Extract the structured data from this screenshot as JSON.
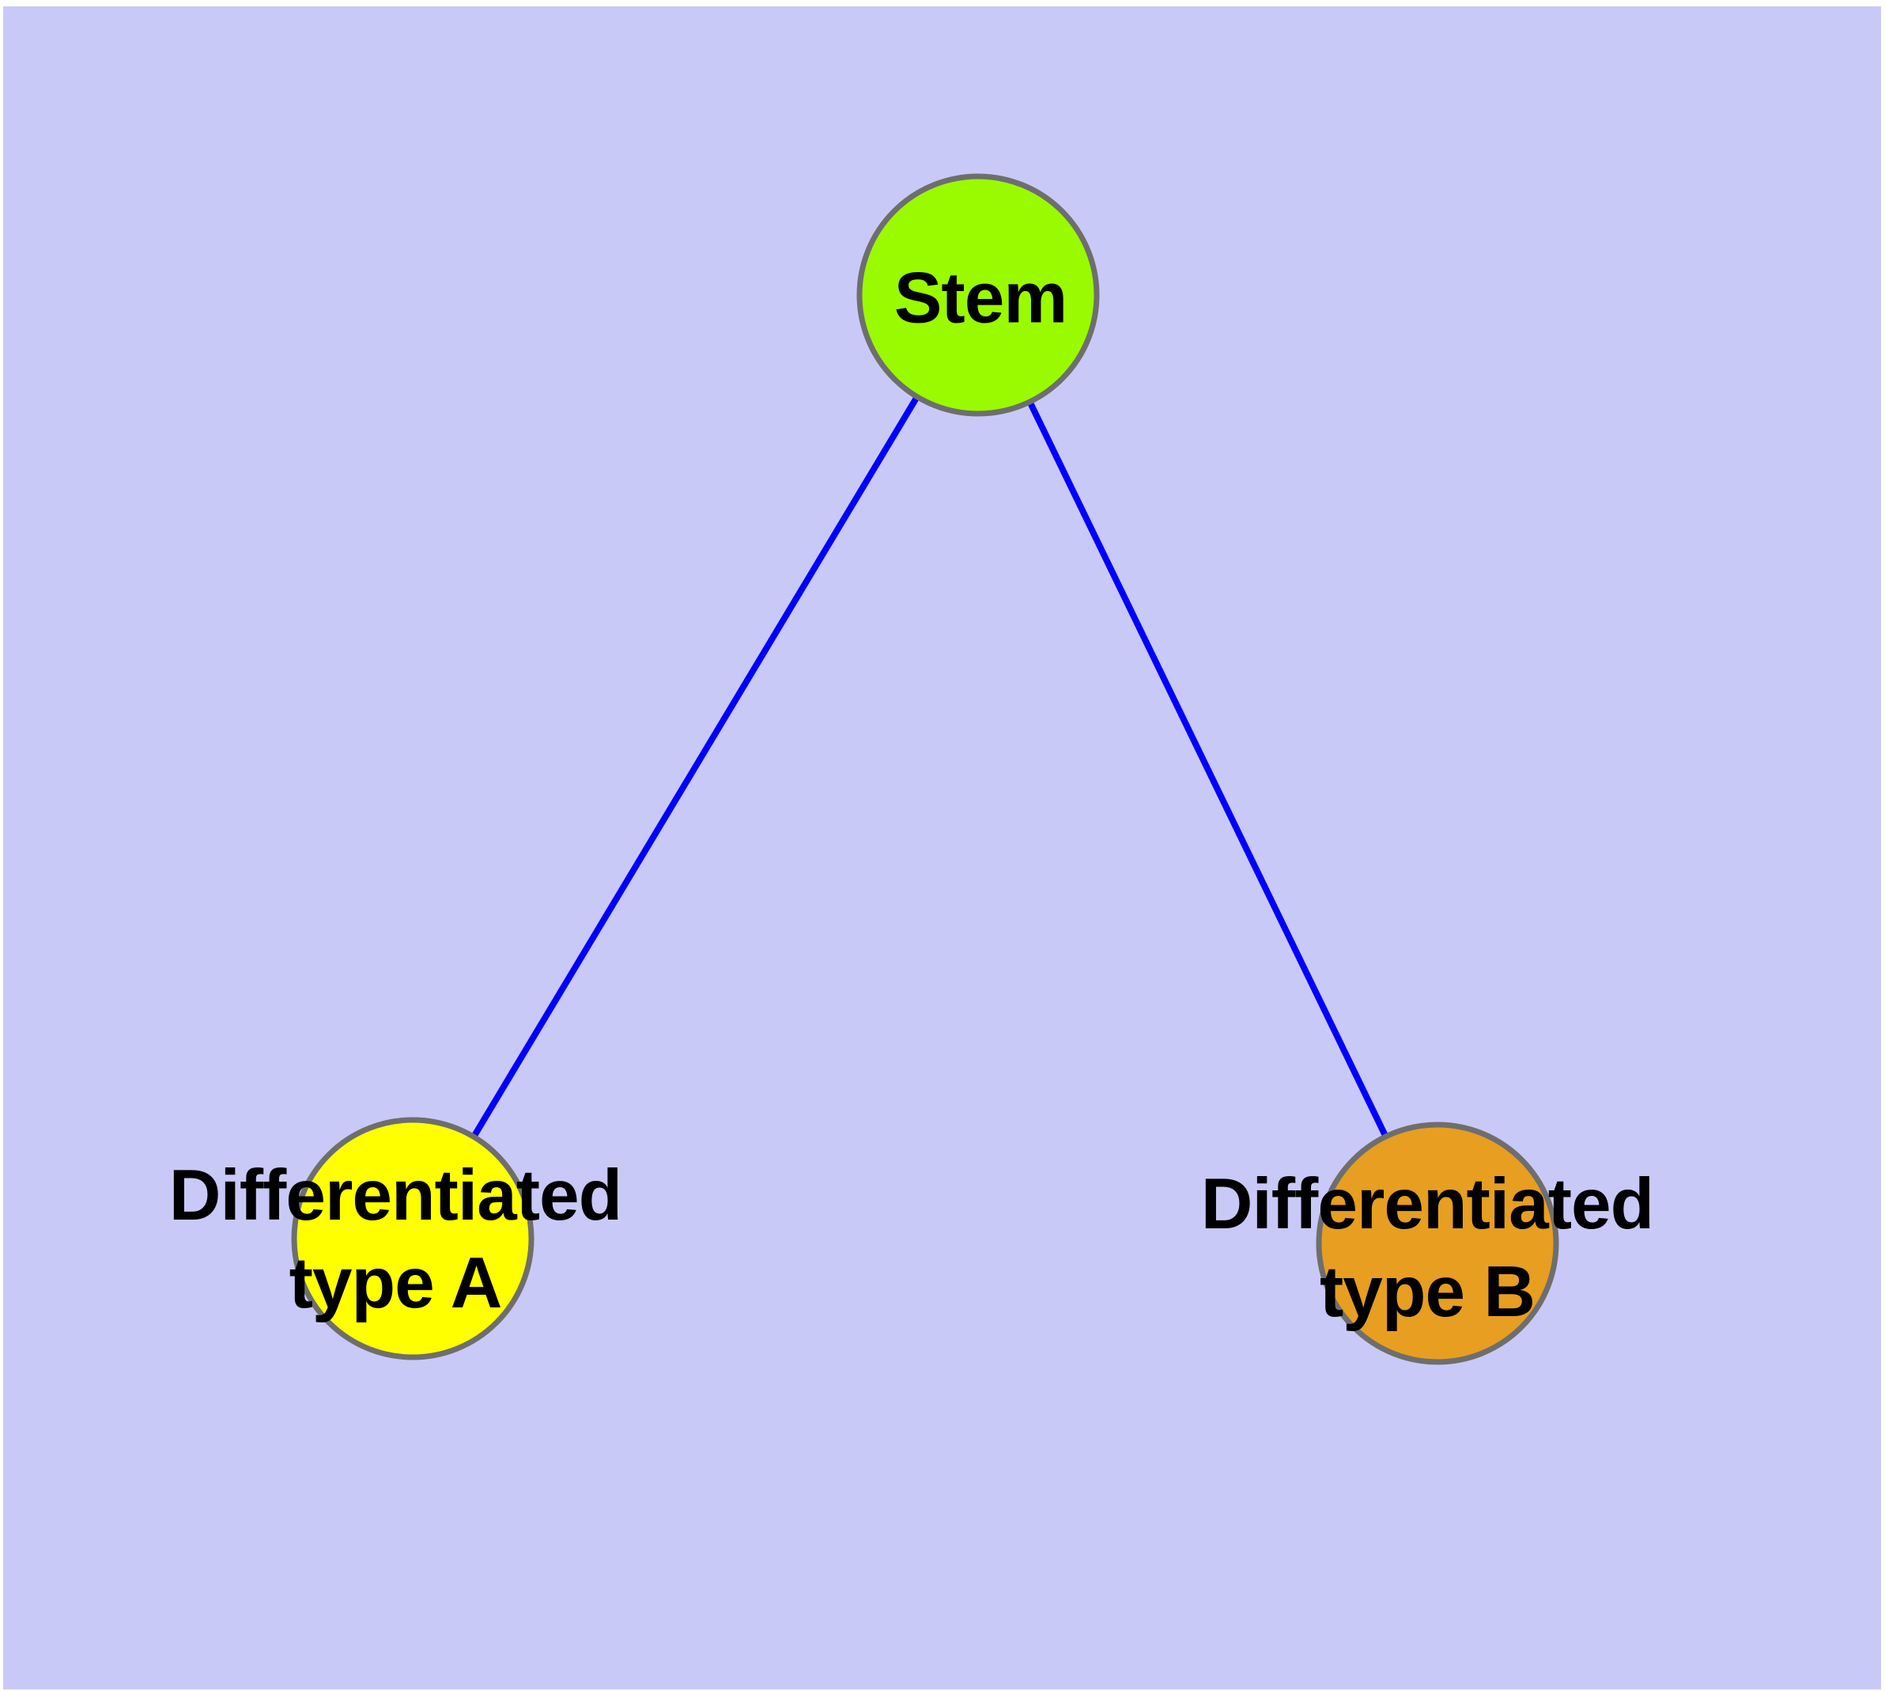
{
  "diagram": {
    "type": "node-link-graph",
    "background_color": "#C9C9F8",
    "frame_color": "#FFFFFF",
    "edge_color": "#0000FF",
    "node_border_color": "#6E6E6E",
    "label_color": "#000000",
    "nodes": {
      "stem": {
        "label": "Stem",
        "fill": "#9AFB00"
      },
      "type_a": {
        "label": "Differentiated\ntype A",
        "fill": "#FFFF00"
      },
      "type_b": {
        "label": "Differentiated\ntype B",
        "fill": "#E79E21"
      }
    },
    "edges": [
      {
        "from": "Stem",
        "to": "Differentiated type A"
      },
      {
        "from": "Stem",
        "to": "Differentiated type B"
      }
    ]
  }
}
